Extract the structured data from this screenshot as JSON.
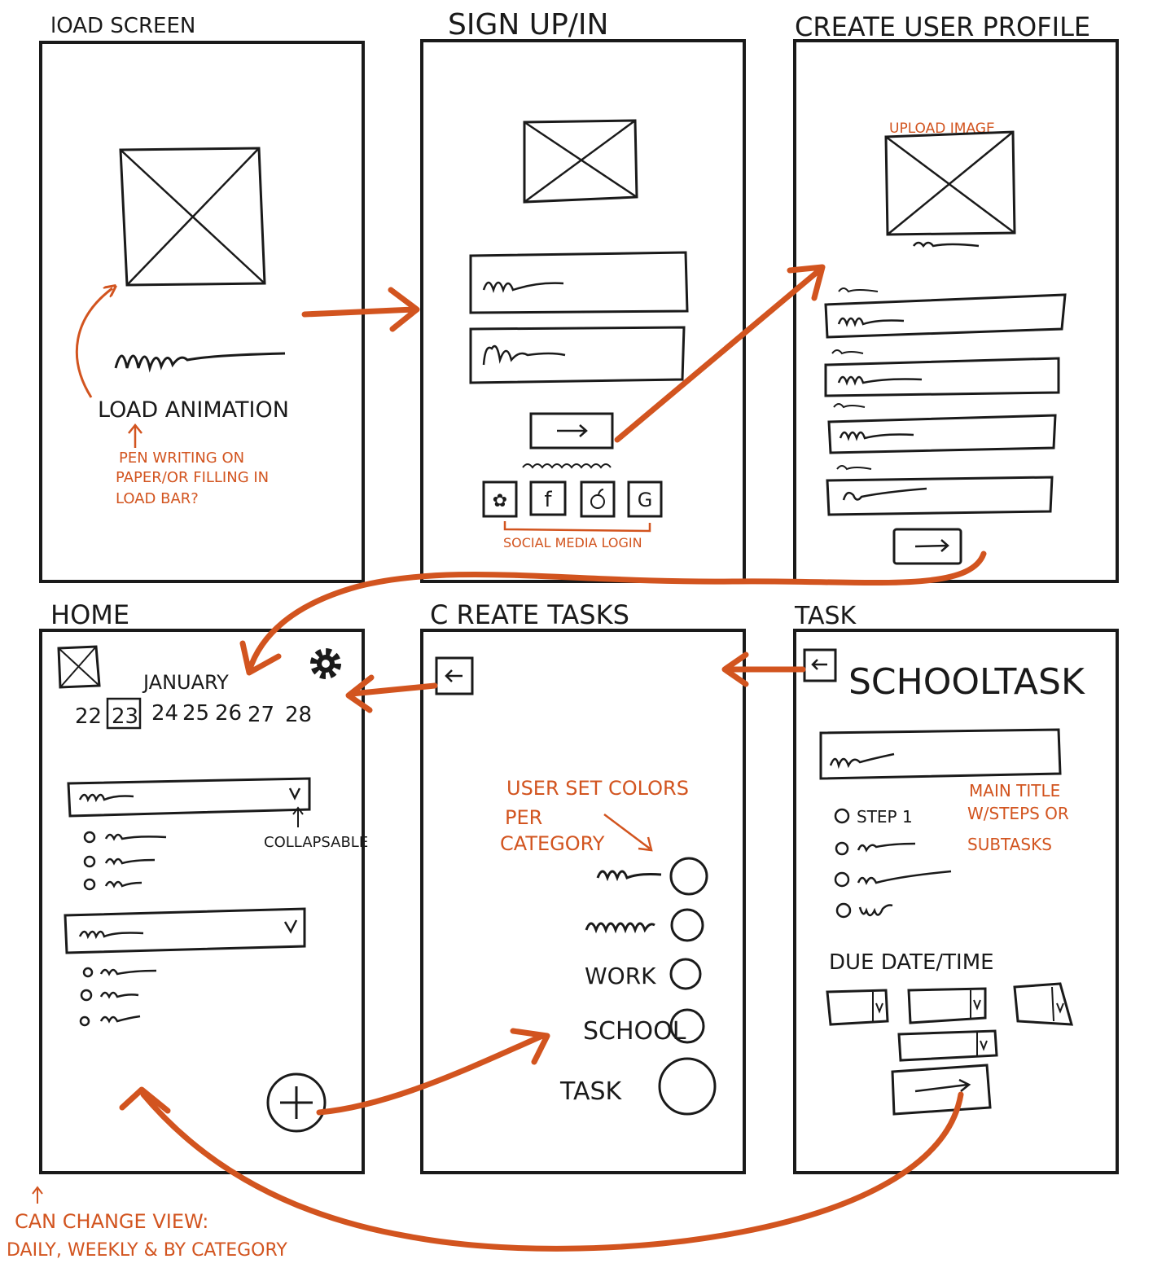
{
  "colors": {
    "ink": "#1a1a1a",
    "accent": "#d2541f"
  },
  "screens": {
    "load": {
      "title": "lOAD SCREEN",
      "animation_label": "LOAD ANIMATION",
      "note_lines": [
        "PEN WRITING ON",
        "PAPER/OR FILLING IN",
        "LOAD BAR?"
      ]
    },
    "signup": {
      "title": "SIGN UP/IN",
      "social_icons": [
        "tulip-icon",
        "facebook-icon",
        "apple-icon",
        "google-icon"
      ],
      "social_glyphs": [
        "✿",
        "f",
        "",
        "G"
      ],
      "social_label": "SOCIAL MEDIA LOGIN"
    },
    "profile": {
      "title": "CREATE USER PROFILE",
      "upload_label": "UPLOAD IMAGE"
    },
    "home": {
      "title": "HOME",
      "month": "JANUARY",
      "days": [
        "22",
        "23",
        "24",
        "25",
        "26",
        "27",
        "28"
      ],
      "selected_day": "23",
      "collapsable_label": "COLLAPSABLE",
      "note_lines": [
        "CAN CHANGE VIEW:",
        "DAILY, WEEKLY & BY CATEGORY"
      ]
    },
    "create_tasks": {
      "title": "C REATE TASKS",
      "note_lines": [
        "USER SET COLORS",
        "PER",
        "CATEGORY"
      ],
      "categories": [
        "WORK",
        "SCHOOL"
      ],
      "task_label": "TASK"
    },
    "task": {
      "title": "TASK",
      "task_name": "SCHOOLTASK",
      "step_label": "STEP 1",
      "note_lines": [
        "MAIN TITLE",
        "W/STEPS OR",
        "SUBTASKS"
      ],
      "due_label": "DUE DATE/TIME"
    }
  }
}
